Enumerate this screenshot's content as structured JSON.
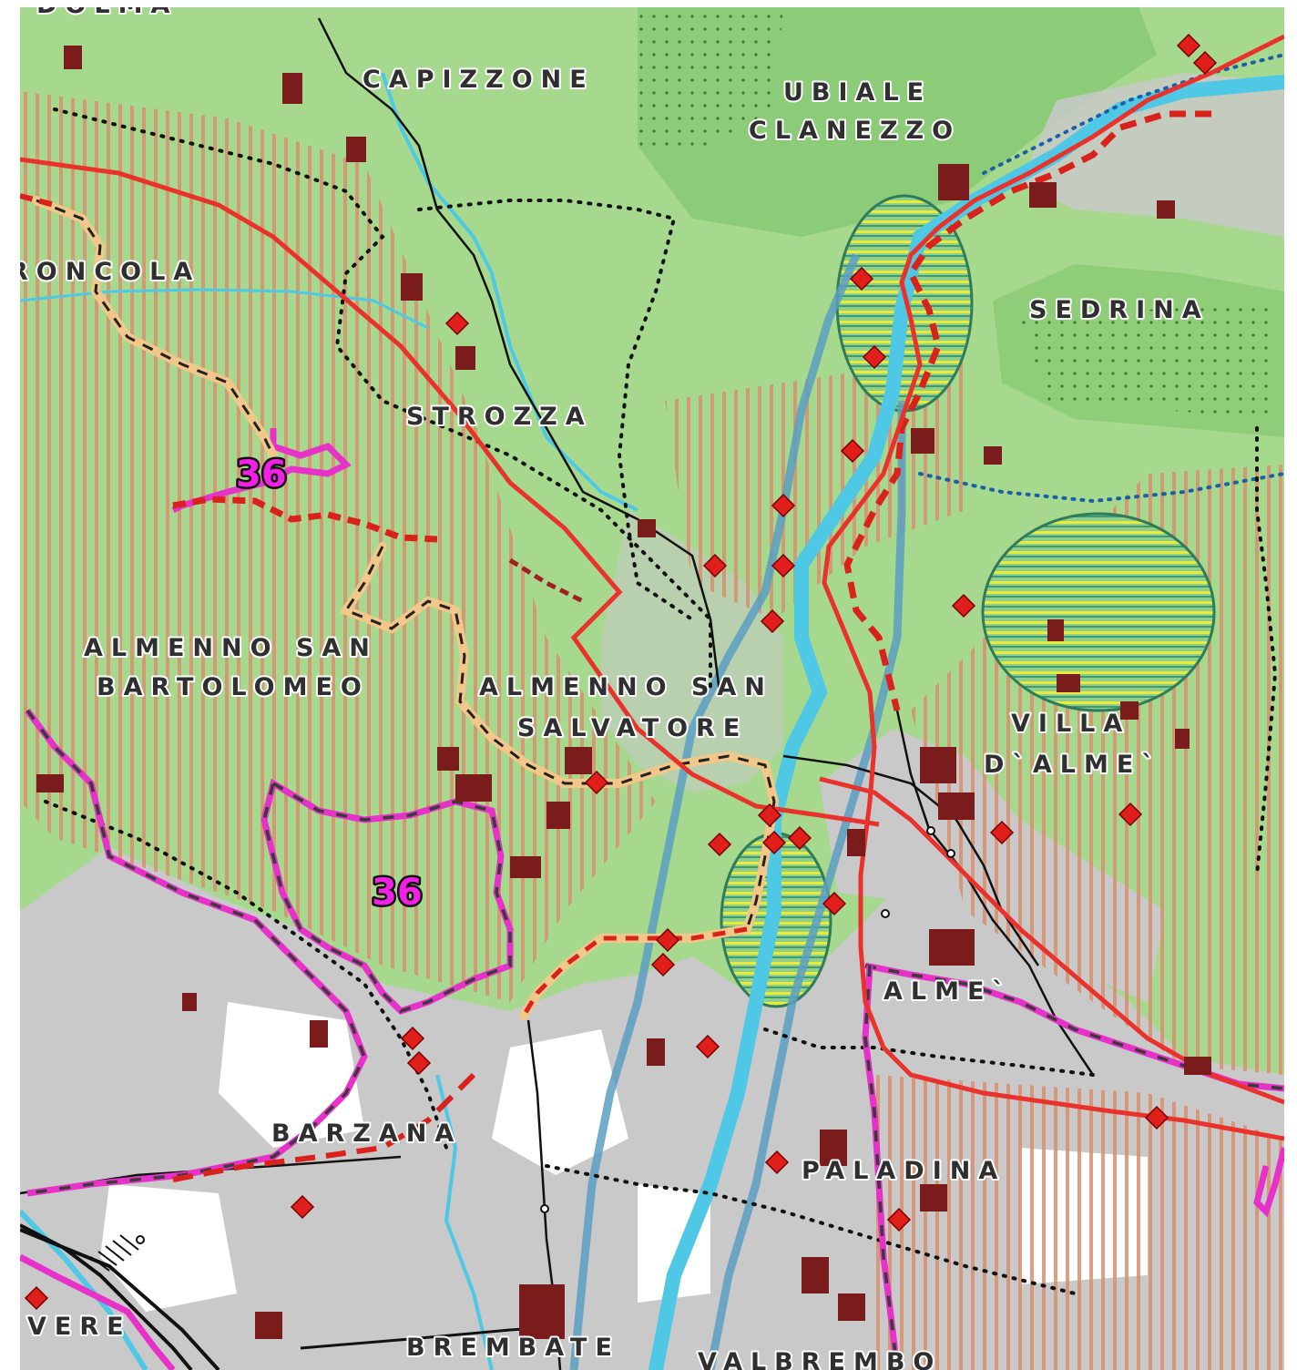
{
  "map": {
    "place_labels": [
      {
        "id": "capizzone",
        "text": "CAPIZZONE"
      },
      {
        "id": "ubiale",
        "text": "UBIALE"
      },
      {
        "id": "clanezzo",
        "text": "CLANEZZO"
      },
      {
        "id": "roncola",
        "text": "RONCOLA"
      },
      {
        "id": "sedrina",
        "text": "SEDRINA"
      },
      {
        "id": "strozza",
        "text": "STROZZA"
      },
      {
        "id": "almenno-sb-1",
        "text": "ALMENNO SAN"
      },
      {
        "id": "almenno-sb-2",
        "text": "BARTOLOMEO"
      },
      {
        "id": "almenno-ss-1",
        "text": "ALMENNO SAN"
      },
      {
        "id": "almenno-ss-2",
        "text": "SALVATORE"
      },
      {
        "id": "villa-1",
        "text": "VILLA"
      },
      {
        "id": "villa-2",
        "text": "D`ALME`"
      },
      {
        "id": "alme",
        "text": "ALME`"
      },
      {
        "id": "barzana",
        "text": "BARZANA"
      },
      {
        "id": "paladina",
        "text": "PALADINA"
      },
      {
        "id": "vere",
        "text": "VERE"
      },
      {
        "id": "brembate",
        "text": "BREMBATE"
      },
      {
        "id": "valbrembo",
        "text": "VALBREMBO"
      },
      {
        "id": "top-cut",
        "text": "DOLMA"
      }
    ],
    "route_markers": [
      {
        "id": "route-36-north",
        "text": "36"
      },
      {
        "id": "route-36-south",
        "text": "36"
      }
    ],
    "colors": {
      "forest": "#a6d98e",
      "forest_dark": "#7cc267",
      "urban": "#c9c9c9",
      "building": "#7a1c1c",
      "river": "#4fc8e6",
      "rail": "#e8322b",
      "hatch": "#d88f70",
      "route_pink": "#e632c8",
      "route_dark": "#3a3a3a",
      "hiking_beige": "#f2c78a",
      "hiking_red": "#d9221c",
      "canal": "#5b9fc2",
      "zone_fill": "#4fa36a",
      "zone_stripe": "#e8ea3c",
      "marker": "#e11f1a",
      "route_num_fill": "#f21fe6"
    }
  }
}
